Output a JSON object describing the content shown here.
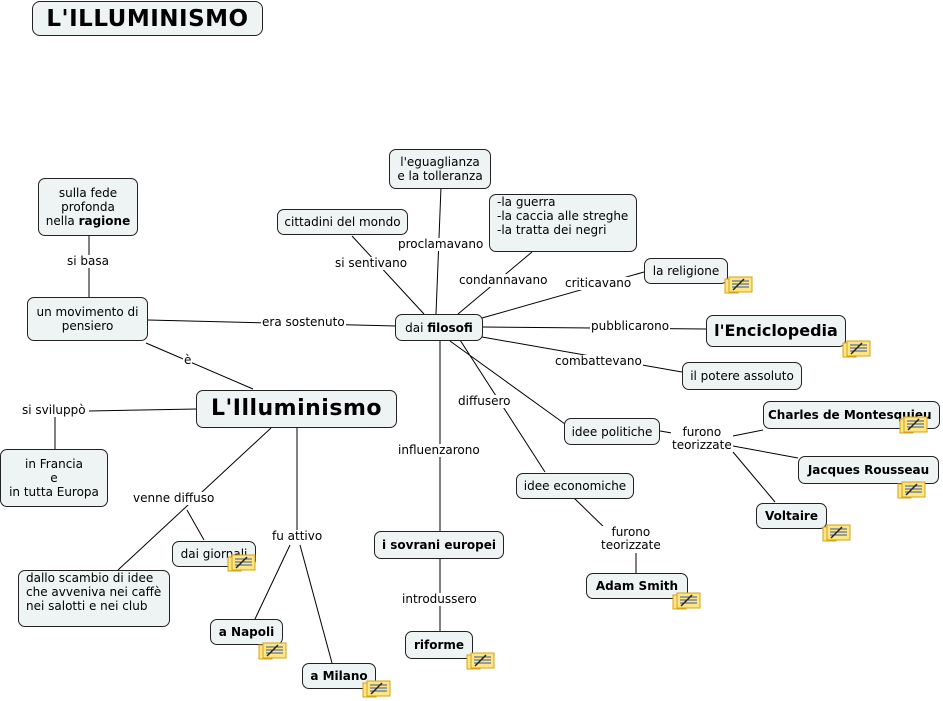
{
  "title": "L'ILLUMINISMO",
  "nodes": {
    "center": "L'Illuminismo",
    "movimento": [
      "un movimento di",
      "pensiero"
    ],
    "fede": [
      "sulla fede",
      "profonda",
      "nella "
    ],
    "fede_bold": "ragione",
    "francia": [
      "in Francia",
      "e",
      "in tutta Europa"
    ],
    "scambio": [
      "dallo scambio di idee",
      "che avveniva nei caffè",
      "nei salotti e nei club"
    ],
    "giornali": "dai giornali",
    "napoli": "a Napoli",
    "milano": "a Milano",
    "filosofi_prefix": "dai ",
    "filosofi_bold": "filosofi",
    "cittadini": "cittadini del mondo",
    "eguaglianza": [
      "l'eguaglianza",
      "e la tolleranza"
    ],
    "guerra": [
      "-la guerra",
      "-la caccia alle streghe",
      "-la tratta dei negri"
    ],
    "religione": "la religione",
    "enciclopedia": "l'Enciclopedia",
    "potere": "il potere assoluto",
    "idee_politiche": "idee politiche",
    "idee_economiche": "idee economiche",
    "montesquieu": "Charles de Montesquieu",
    "rousseau": "Jacques Rousseau",
    "voltaire": "Voltaire",
    "smith": "Adam Smith",
    "sovrani": "i sovrani europei",
    "riforme": "riforme"
  },
  "labels": {
    "si_basa": "si basa",
    "e_acc": "è",
    "era_sostenuto": "era sostenuto",
    "si_sviluppo": "si sviluppò",
    "venne_diffuso": "venne diffuso",
    "fu_attivo": "fu attivo",
    "si_sentivano": "si sentivano",
    "proclamavano": "proclamavano",
    "condannavano": "condannavano",
    "criticavano": "criticavano",
    "pubblicarono": "pubblicarono",
    "combattevano": "combattevano",
    "diffusero": "diffusero",
    "influenzarono": "influenzarono",
    "introdussero": "introdussero",
    "furono_teorizzate_1": [
      "furono",
      "teorizzate"
    ],
    "furono_teorizzate_2": [
      "furono",
      "teorizzate"
    ]
  },
  "colors": {
    "node_fill": "#eef3f4",
    "node_border": "#222222",
    "line": "#000000",
    "note_fill": "#ffe680",
    "note_border": "#d4a017"
  },
  "icons": {
    "note": "note-attachment-icon"
  }
}
